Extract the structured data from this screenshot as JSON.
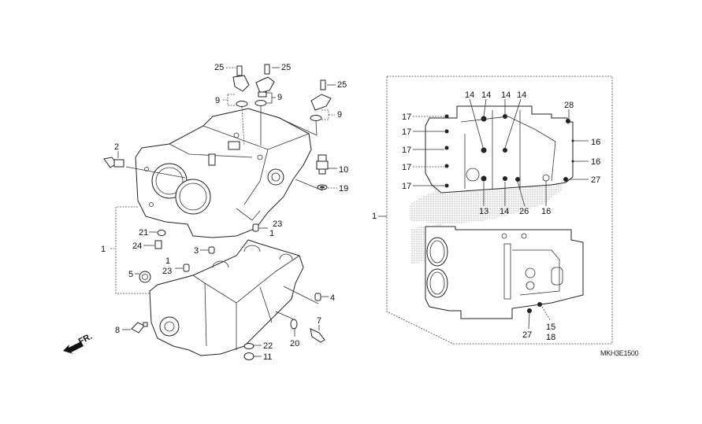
{
  "diagram": {
    "title_code": "MKH3E1500",
    "front_indicator": "FR.",
    "left_assembly": {
      "callouts": [
        {
          "id": "c-25a",
          "text": "25"
        },
        {
          "id": "c-25b",
          "text": "25"
        },
        {
          "id": "c-25c",
          "text": "25"
        },
        {
          "id": "c-9a",
          "text": "9"
        },
        {
          "id": "c-9b",
          "text": "9"
        },
        {
          "id": "c-9c",
          "text": "9"
        },
        {
          "id": "c-2",
          "text": "2"
        },
        {
          "id": "c-10",
          "text": "10"
        },
        {
          "id": "c-19",
          "text": "19"
        },
        {
          "id": "c-1a",
          "text": "1"
        },
        {
          "id": "c-23a",
          "text": "23"
        },
        {
          "id": "c-1b",
          "text": "1"
        },
        {
          "id": "c-21",
          "text": "21"
        },
        {
          "id": "c-24",
          "text": "24"
        },
        {
          "id": "c-3",
          "text": "3"
        },
        {
          "id": "c-1c",
          "text": "1"
        },
        {
          "id": "c-23b",
          "text": "23"
        },
        {
          "id": "c-5",
          "text": "5"
        },
        {
          "id": "c-4",
          "text": "4"
        },
        {
          "id": "c-8",
          "text": "8"
        },
        {
          "id": "c-7",
          "text": "7"
        },
        {
          "id": "c-20",
          "text": "20"
        },
        {
          "id": "c-22",
          "text": "22"
        },
        {
          "id": "c-11",
          "text": "11"
        }
      ]
    },
    "right_assembly": {
      "callouts": [
        {
          "id": "r-1",
          "text": "1"
        },
        {
          "id": "r-14a",
          "text": "14"
        },
        {
          "id": "r-14b",
          "text": "14"
        },
        {
          "id": "r-14c",
          "text": "14"
        },
        {
          "id": "r-14d",
          "text": "14"
        },
        {
          "id": "r-28",
          "text": "28"
        },
        {
          "id": "r-17a",
          "text": "17"
        },
        {
          "id": "r-17b",
          "text": "17"
        },
        {
          "id": "r-17c",
          "text": "17"
        },
        {
          "id": "r-17d",
          "text": "17"
        },
        {
          "id": "r-17e",
          "text": "17"
        },
        {
          "id": "r-16a",
          "text": "16"
        },
        {
          "id": "r-16b",
          "text": "16"
        },
        {
          "id": "r-27a",
          "text": "27"
        },
        {
          "id": "r-13",
          "text": "13"
        },
        {
          "id": "r-14e",
          "text": "14"
        },
        {
          "id": "r-26",
          "text": "26"
        },
        {
          "id": "r-16c",
          "text": "16"
        },
        {
          "id": "r-27b",
          "text": "27"
        },
        {
          "id": "r-15",
          "text": "15"
        },
        {
          "id": "r-18",
          "text": "18"
        }
      ]
    }
  }
}
